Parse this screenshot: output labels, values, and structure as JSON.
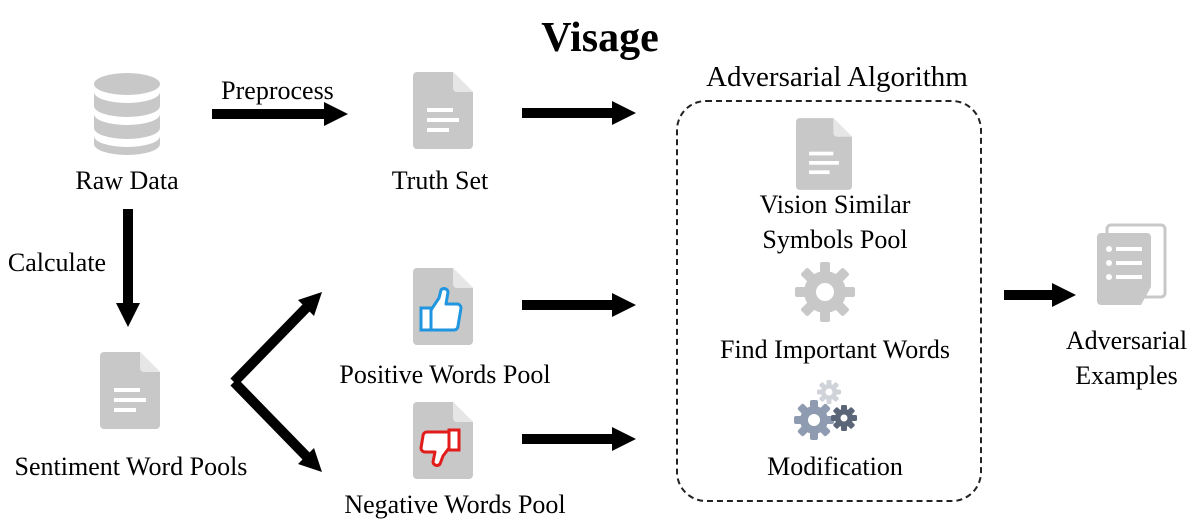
{
  "title": "Visage",
  "nodes": {
    "raw_data": "Raw Data",
    "truth_set": "Truth Set",
    "sentiment_word_pools": "Sentiment Word Pools",
    "positive_words_pool": "Positive Words Pool",
    "negative_words_pool": "Negative Words Pool",
    "adversarial_examples_line1": "Adversarial",
    "adversarial_examples_line2": "Examples"
  },
  "edges": {
    "preprocess": "Preprocess",
    "calculate": "Calculate"
  },
  "algorithm": {
    "title": "Adversarial Algorithm",
    "step1_line1": "Vision Similar",
    "step1_line2": "Symbols Pool",
    "step2": "Find Important Words",
    "step3": "Modification"
  },
  "colors": {
    "icon_gray": "#c8c8c8",
    "positive_blue": "#2196e0",
    "negative_red": "#e21b1b",
    "gear_dark": "#6f7a8a"
  }
}
